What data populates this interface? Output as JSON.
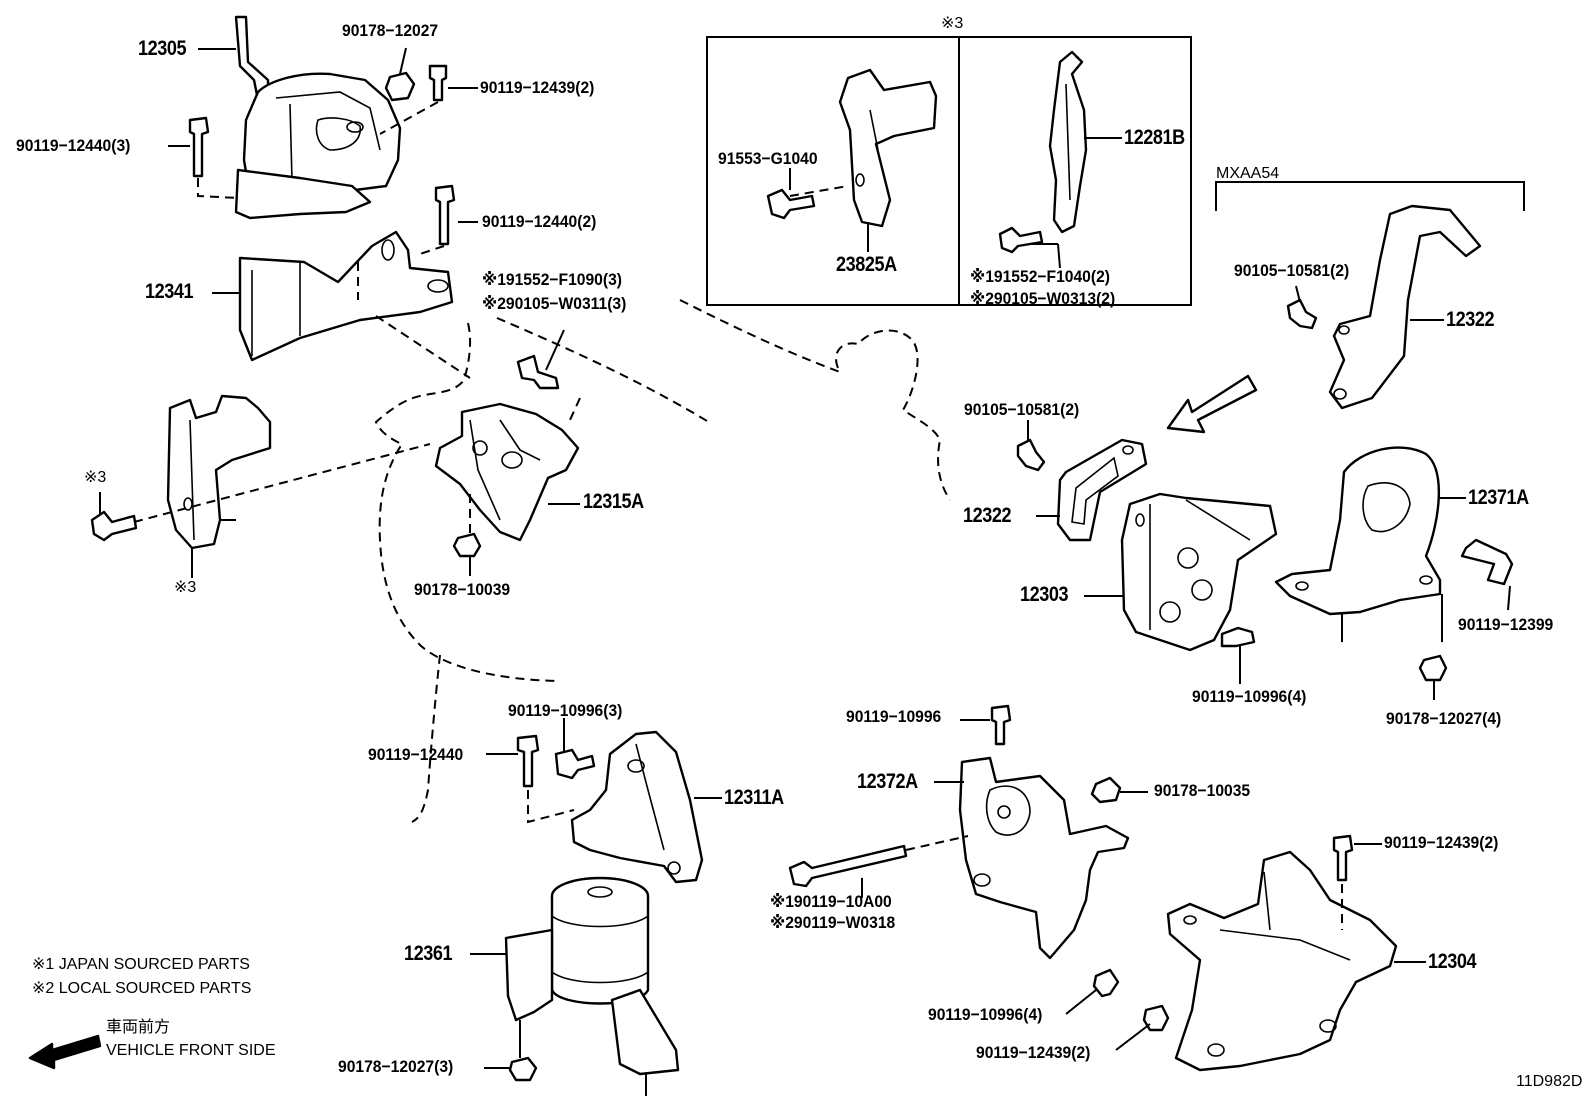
{
  "diagram_code": "11D982D",
  "note_mark": "※3",
  "variant_label": "MXAA54",
  "legend": {
    "note1": "※1 JAPAN SOURCED PARTS",
    "note2": "※2 LOCAL SOURCED PARTS",
    "front_jp": "車両前方",
    "front_en": "VEHICLE FRONT SIDE"
  },
  "parts": {
    "p12305": "12305",
    "p12341": "12341",
    "p12315A": "12315A",
    "p23825A": "23825A",
    "p12281B": "12281B",
    "p12322a": "12322",
    "p12322b": "12322",
    "p12371A": "12371A",
    "p12303": "12303",
    "p12311A": "12311A",
    "p12361": "12361",
    "p12372A": "12372A",
    "p12304": "12304"
  },
  "fasteners": {
    "f_90178_12027": "90178−12027",
    "f_90119_12439_2_top": "90119−12439(2)",
    "f_90119_12440_3": "90119−12440(3)",
    "f_90119_12440_2": "90119−12440(2)",
    "f_x1_91552_F1090": "※191552−F1090(3)",
    "f_x2_90105_W0311": "※290105−W0311(3)",
    "f_91553_G1040": "91553−G1040",
    "f_x1_91552_F1040": "※191552−F1040(2)",
    "f_x2_90105_W0313": "※290105−W0313(2)",
    "f_90105_10581_upper": "90105−10581(2)",
    "f_90105_10581_mid": "90105−10581(2)",
    "f_90178_10039": "90178−10039",
    "f_90119_12399": "90119−12399",
    "f_90119_10996_4_mid": "90119−10996(4)",
    "f_90178_12027_4": "90178−12027(4)",
    "f_90119_10996_3": "90119−10996(3)",
    "f_90119_12440": "90119−12440",
    "f_90119_10996": "90119−10996",
    "f_90178_10035": "90178−10035",
    "f_x1_90119_10A00": "※190119−10A00",
    "f_x2_90119_W0318": "※290119−W0318",
    "f_90119_12439_2_right": "90119−12439(2)",
    "f_90119_10996_4_bottom": "90119−10996(4)",
    "f_90119_12439_2_bottom": "90119−12439(2)",
    "f_90178_12027_3": "90178−12027(3)"
  },
  "marks": {
    "m_left_bolt": "※3",
    "m_left_bracket": "※3"
  }
}
